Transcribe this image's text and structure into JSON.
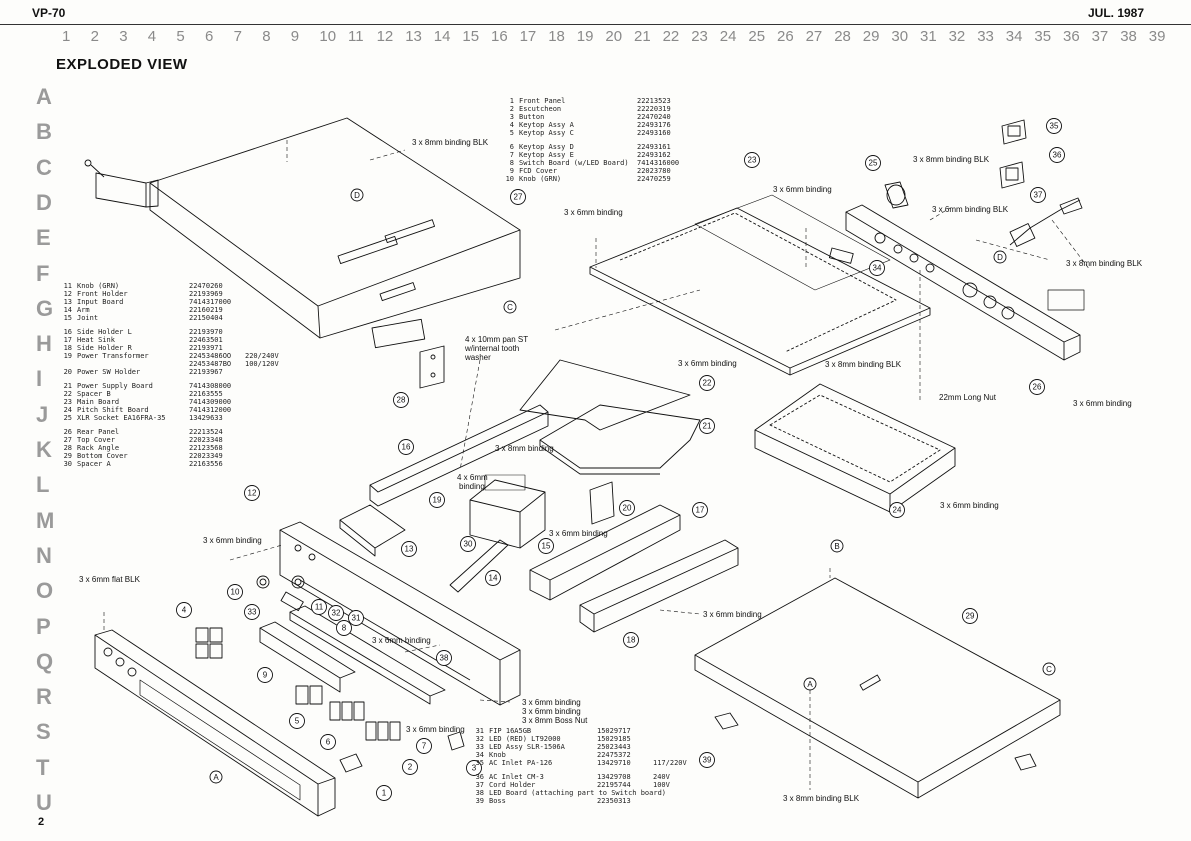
{
  "header": {
    "model": "VP-70",
    "date": "JUL. 1987"
  },
  "title": "EXPLODED VIEW",
  "page_number": "2",
  "columns": [
    "1",
    "2",
    "3",
    "4",
    "5",
    "6",
    "7",
    "8",
    "9",
    "10",
    "11",
    "12",
    "13",
    "14",
    "15",
    "16",
    "17",
    "18",
    "19",
    "20",
    "21",
    "22",
    "23",
    "24",
    "25",
    "26",
    "27",
    "28",
    "29",
    "30",
    "31",
    "32",
    "33",
    "34",
    "35",
    "36",
    "37",
    "38",
    "39"
  ],
  "rows": [
    "A",
    "B",
    "C",
    "D",
    "E",
    "F",
    "G",
    "H",
    "I",
    "J",
    "K",
    "L",
    "M",
    "N",
    "O",
    "P",
    "Q",
    "R",
    "S",
    "T",
    "U"
  ],
  "parts_a": [
    {
      "no": "1",
      "name": "Front Panel",
      "code": "22213523"
    },
    {
      "no": "2",
      "name": "Escutcheon",
      "code": "22220319"
    },
    {
      "no": "3",
      "name": "Button",
      "code": "22470240"
    },
    {
      "no": "4",
      "name": "Keytop Assy A",
      "code": "22493176"
    },
    {
      "no": "5",
      "name": "Keytop Assy C",
      "code": "22493160"
    },
    {
      "no": "6",
      "name": "Keytop Assy D",
      "code": "22493161",
      "gap": true
    },
    {
      "no": "7",
      "name": "Keytop Assy E",
      "code": "22493162"
    },
    {
      "no": "8",
      "name": "Switch Board (w/LED Board)",
      "code": "7414316000"
    },
    {
      "no": "9",
      "name": "FCD Cover",
      "code": "22023780"
    },
    {
      "no": "10",
      "name": "Knob (GRN)",
      "code": "22470259"
    }
  ],
  "parts_b": [
    {
      "no": "11",
      "name": "Knob (GRN)",
      "code": "22470260"
    },
    {
      "no": "12",
      "name": "Front Holder",
      "code": "22193969"
    },
    {
      "no": "13",
      "name": "Input Board",
      "code": "7414317000"
    },
    {
      "no": "14",
      "name": "Arm",
      "code": "22160219"
    },
    {
      "no": "15",
      "name": "Joint",
      "code": "22150404"
    },
    {
      "no": "16",
      "name": "Side Holder L",
      "code": "22193970",
      "gap": true
    },
    {
      "no": "17",
      "name": "Heat Sink",
      "code": "22463501"
    },
    {
      "no": "18",
      "name": "Side Holder R",
      "code": "22193971"
    },
    {
      "no": "19",
      "name": "Power Transformer",
      "code": "22453486OO",
      "extra": "220/240V"
    },
    {
      "no": "",
      "name": "",
      "code": "22453487BO",
      "extra": "100/120V"
    },
    {
      "no": "20",
      "name": "Power SW Holder",
      "code": "22193967"
    },
    {
      "no": "21",
      "name": "Power Supply Board",
      "code": "7414308000",
      "gap": true
    },
    {
      "no": "22",
      "name": "Spacer B",
      "code": "22163555"
    },
    {
      "no": "23",
      "name": "Main Board",
      "code": "7414309000"
    },
    {
      "no": "24",
      "name": "Pitch Shift Board",
      "code": "7414312000"
    },
    {
      "no": "25",
      "name": "XLR Socket EA16FRA-35",
      "code": "13429633"
    },
    {
      "no": "26",
      "name": "Rear Panel",
      "code": "22213524",
      "gap": true
    },
    {
      "no": "27",
      "name": "Top Cover",
      "code": "22023348"
    },
    {
      "no": "28",
      "name": "Rack Angle",
      "code": "22123568"
    },
    {
      "no": "29",
      "name": "Bottom Cover",
      "code": "22023349"
    },
    {
      "no": "30",
      "name": "Spacer A",
      "code": "22163556"
    }
  ],
  "parts_c": [
    {
      "no": "31",
      "name": "FIP 16A5GB",
      "code": "15029717"
    },
    {
      "no": "32",
      "name": "LED (RED) LT92000",
      "code": "15029185"
    },
    {
      "no": "33",
      "name": "LED Assy SLR-1506A",
      "code": "25023443"
    },
    {
      "no": "34",
      "name": "Knob",
      "code": "22475372"
    },
    {
      "no": "35",
      "name": "AC Inlet PA-126",
      "code": "13429710",
      "extra": "117/220V"
    },
    {
      "no": "36",
      "name": "AC Inlet CM-3",
      "code": "13429708",
      "extra": "240V",
      "gap": true
    },
    {
      "no": "37",
      "name": "Cord Holder",
      "code": "22195744",
      "extra": "100V"
    },
    {
      "no": "38",
      "name": "LED Board (attaching part to Switch board)",
      "code": "",
      "extra": ""
    },
    {
      "no": "39",
      "name": "Boss",
      "code": "22350313"
    }
  ],
  "screws": {
    "s8blk": "3 x 8mm binding BLK",
    "s6": "3 x 6mm binding",
    "s6blk": "3 x 6mm binding BLK",
    "s6flat": "3 x 6mm flat BLK",
    "s8": "3 x 8mm binding",
    "s8boss": "3 x 8mm Boss Nut",
    "s4x6a": "4 x 6mm",
    "s4x6b": "binding",
    "pan1": "4 x 10mm pan ST",
    "pan2": "w/internal tooth",
    "pan3": "washer",
    "longnut": "22mm Long Nut"
  },
  "connectors": {
    "A": "A",
    "B": "B",
    "C": "C",
    "D": "D"
  },
  "callouts": [
    "1",
    "2",
    "3",
    "4",
    "5",
    "6",
    "7",
    "8",
    "9",
    "10",
    "11",
    "12",
    "13",
    "14",
    "15",
    "16",
    "17",
    "18",
    "19",
    "20",
    "21",
    "22",
    "23",
    "24",
    "25",
    "26",
    "27",
    "28",
    "29",
    "30",
    "31",
    "32",
    "33",
    "34",
    "35",
    "36",
    "37",
    "38",
    "39"
  ]
}
